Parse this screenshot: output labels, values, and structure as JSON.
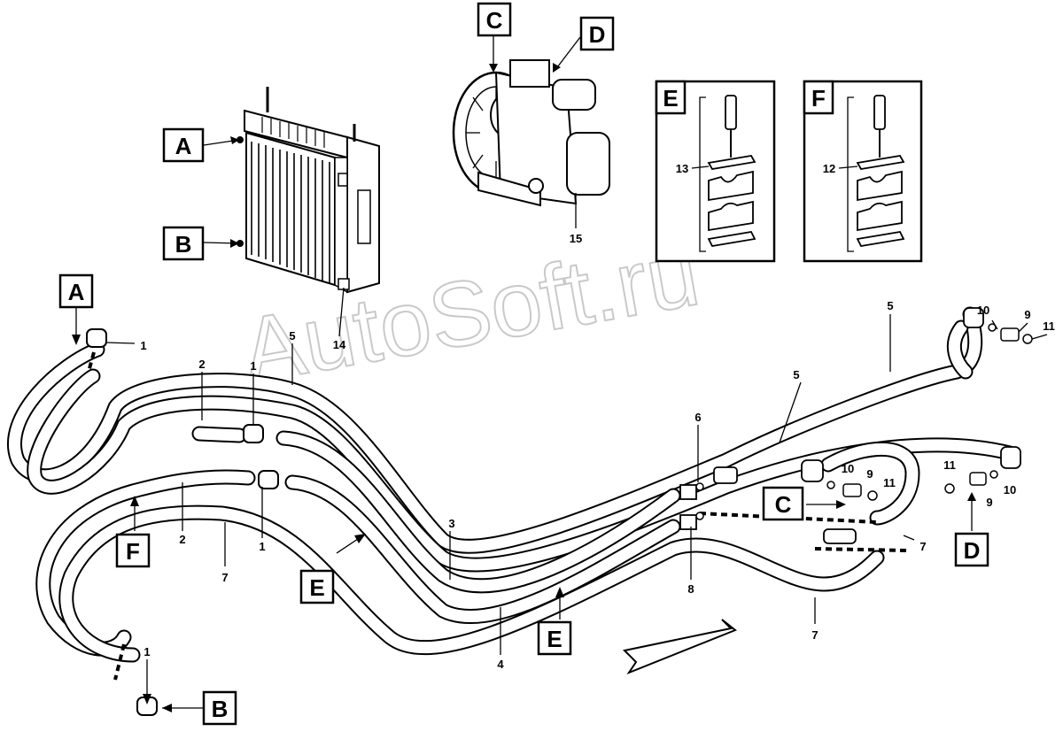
{
  "watermark": "AutoSoft.ru",
  "views": {
    "A": "A",
    "B": "B",
    "C": "C",
    "D": "D",
    "E": "E",
    "F": "F"
  },
  "parts": {
    "p1": "1",
    "p2": "2",
    "p3": "3",
    "p4": "4",
    "p5": "5",
    "p6": "6",
    "p7": "7",
    "p8": "8",
    "p9": "9",
    "p10": "10",
    "p11": "11",
    "p12": "12",
    "p13": "13",
    "p14": "14",
    "p15": "15"
  }
}
